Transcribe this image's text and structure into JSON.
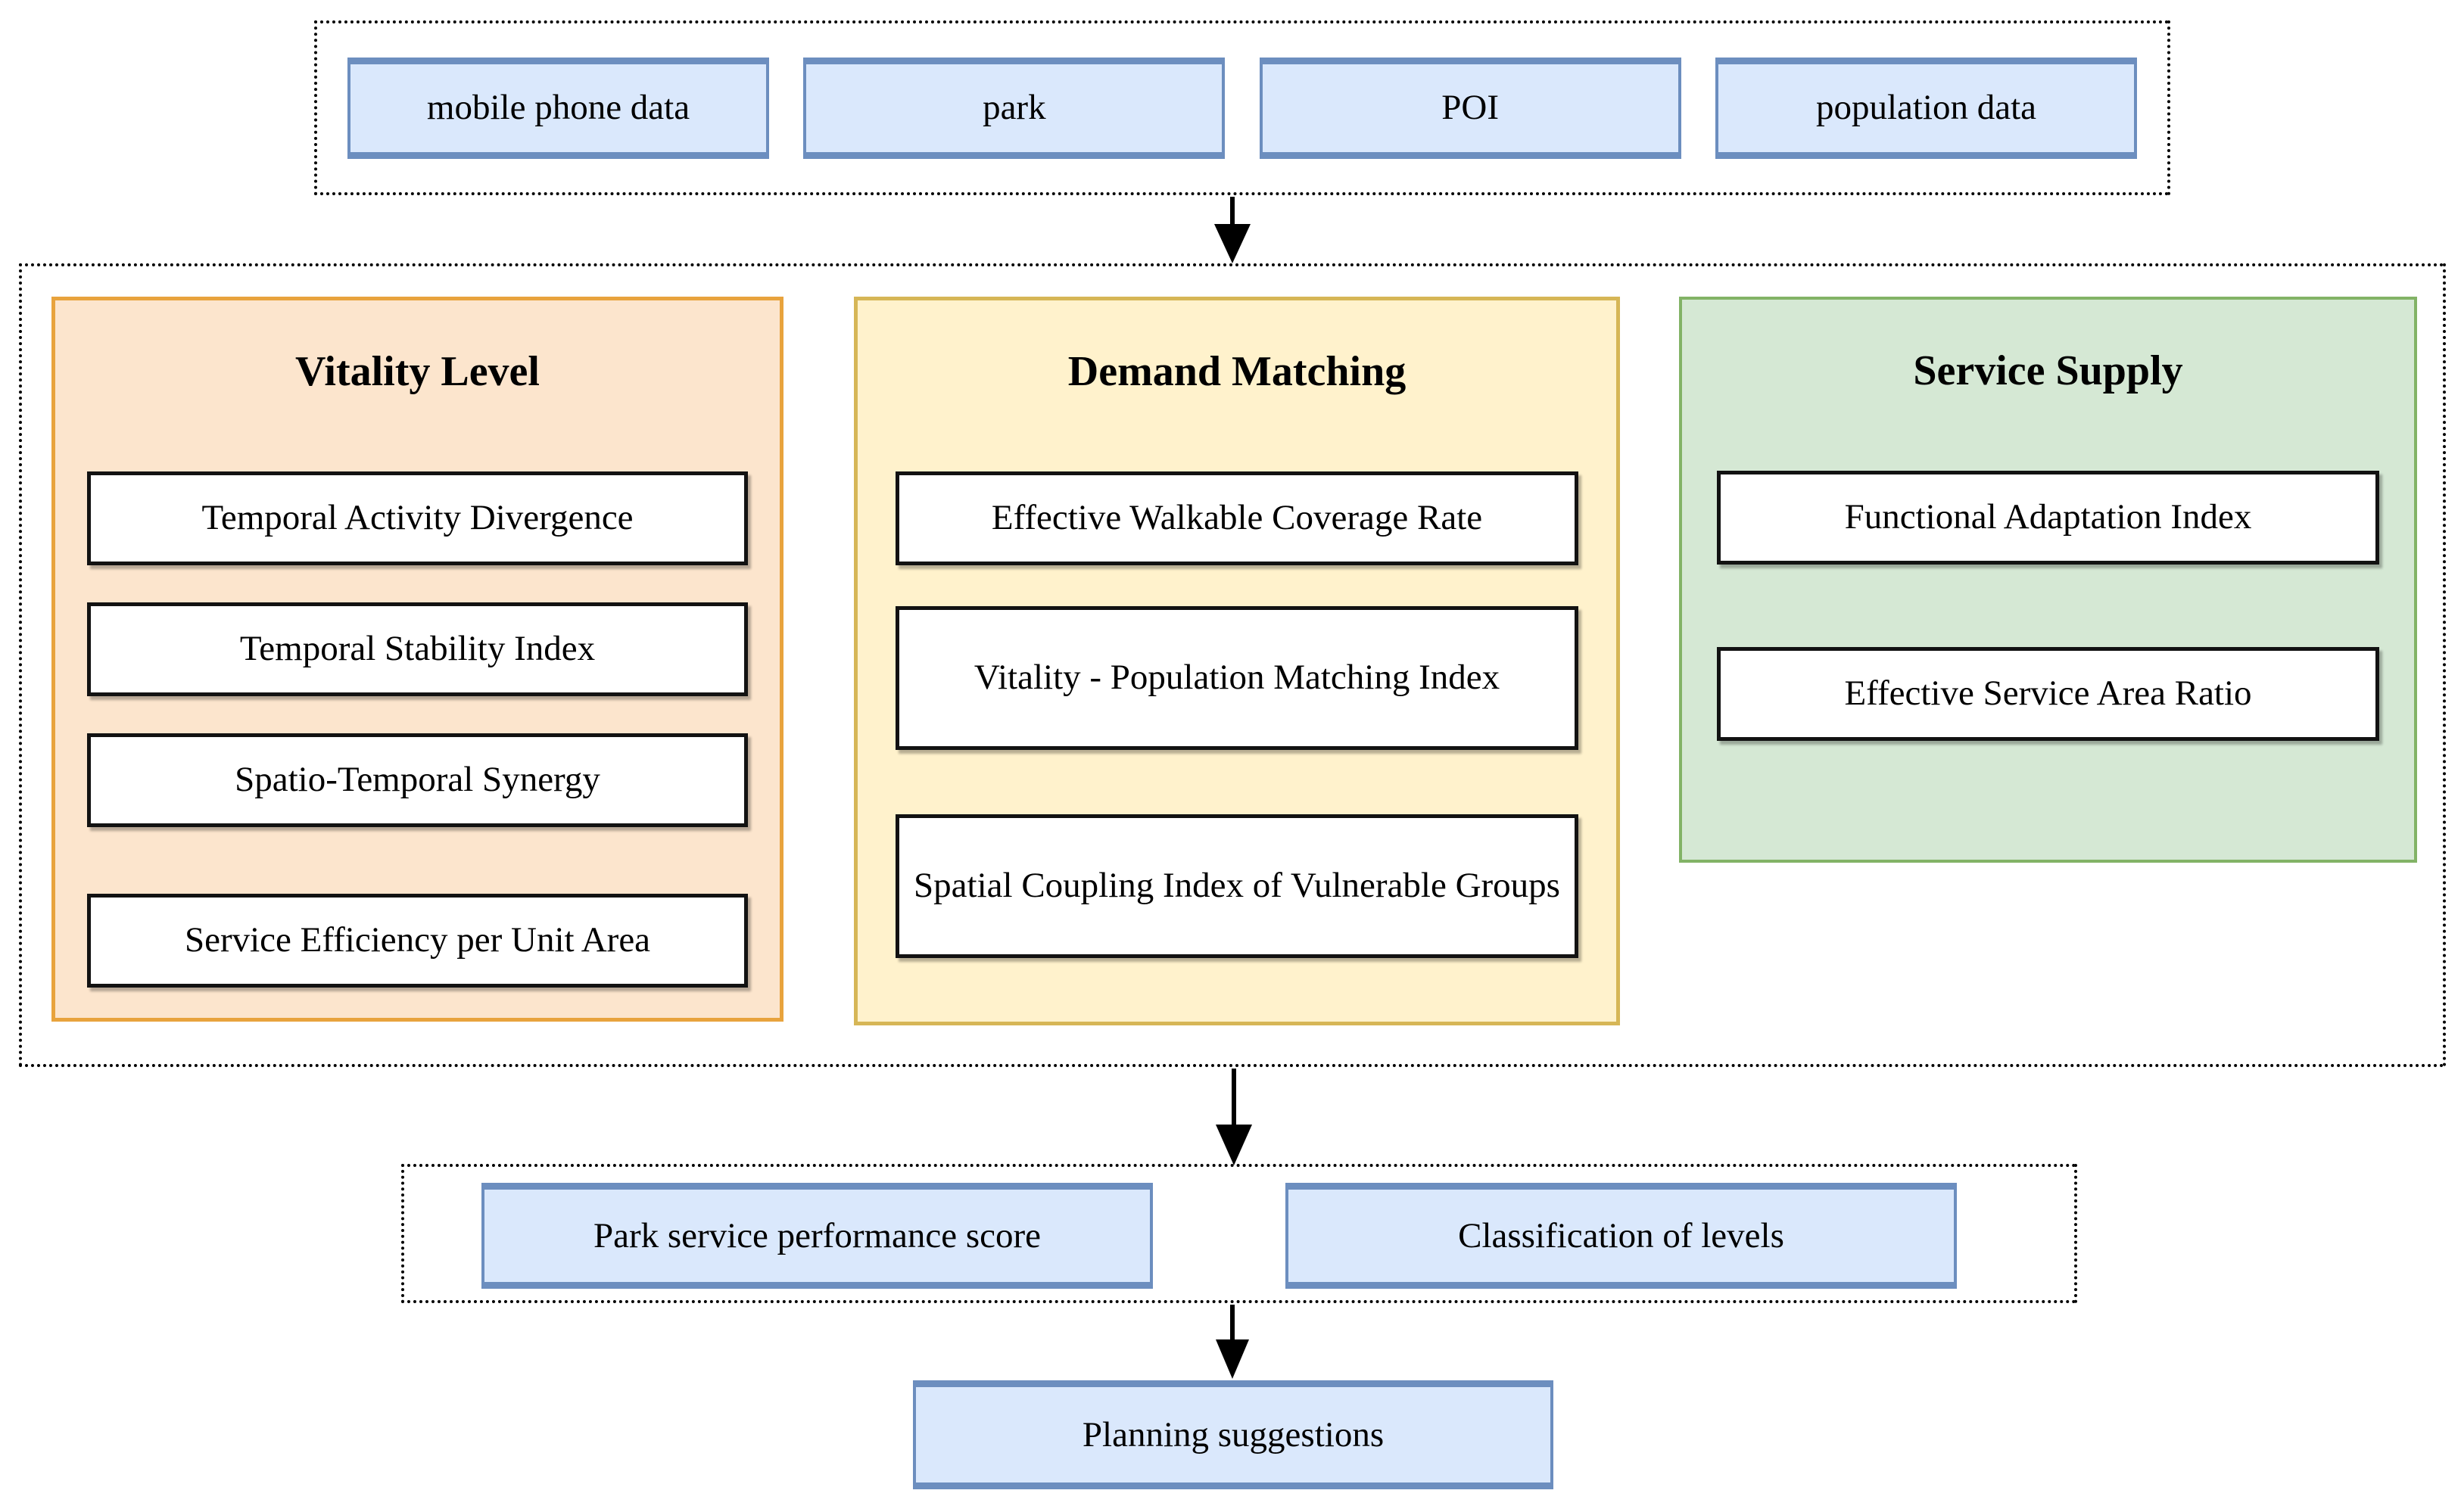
{
  "inputs": [
    "mobile phone data",
    "park",
    "POI",
    "population data"
  ],
  "panels": [
    {
      "title": "Vitality Level",
      "items": [
        "Temporal Activity Divergence",
        "Temporal Stability Index",
        "Spatio-Temporal Synergy",
        "Service Efficiency per Unit Area"
      ]
    },
    {
      "title": "Demand Matching",
      "items": [
        "Effective Walkable Coverage Rate",
        "Vitality - Population Matching Index",
        "Spatial Coupling Index of Vulnerable Groups"
      ]
    },
    {
      "title": "Service Supply",
      "items": [
        "Functional Adaptation Index",
        "Effective Service Area Ratio"
      ]
    }
  ],
  "outputs": [
    "Park service performance score",
    "Classification of levels"
  ],
  "final": "Planning suggestions",
  "colors": {
    "data_node_fill": "#dae8fc",
    "data_node_border": "#6c8ebf",
    "vitality_fill": "#fce5cd",
    "vitality_border": "#e8a33d",
    "demand_fill": "#fff2cc",
    "demand_border": "#d6b656",
    "supply_fill": "#d5e8d4",
    "supply_border": "#82b366",
    "metric_fill": "#ffffff",
    "metric_border": "#121212",
    "arrow": "#000000"
  }
}
